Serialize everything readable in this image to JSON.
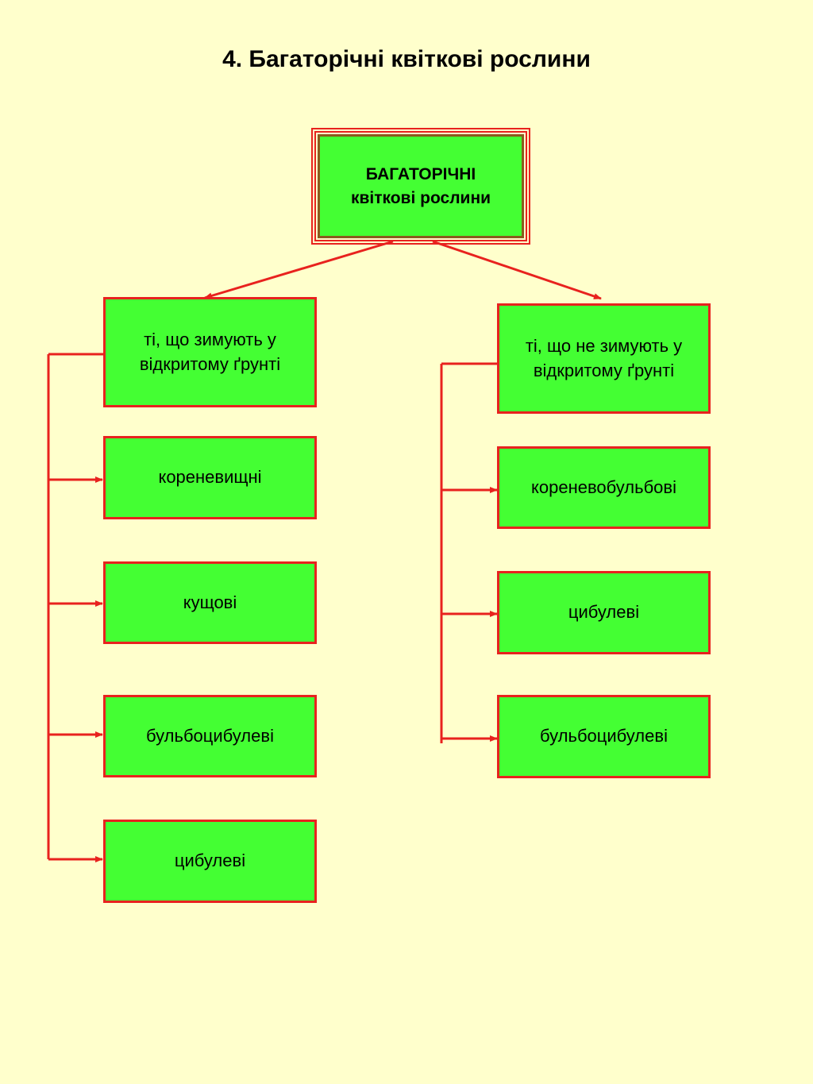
{
  "title": "4. Багаторічні квіткові рослини",
  "root": {
    "line1": "БАГАТОРІЧНІ",
    "line2": "квіткові рослини"
  },
  "left_branch": {
    "header": "ті, що зимують у відкритому ґрунті",
    "items": [
      "кореневищні",
      "кущові",
      "бульбоцибулеві",
      "цибулеві"
    ]
  },
  "right_branch": {
    "header": "ті, що не зимують у відкритому ґрунті",
    "items": [
      "кореневобульбові",
      "цибулеві",
      "бульбоцибулеві"
    ]
  },
  "colors": {
    "background": "#ffffcc",
    "box_fill": "#44ff33",
    "line": "#e8221e"
  }
}
